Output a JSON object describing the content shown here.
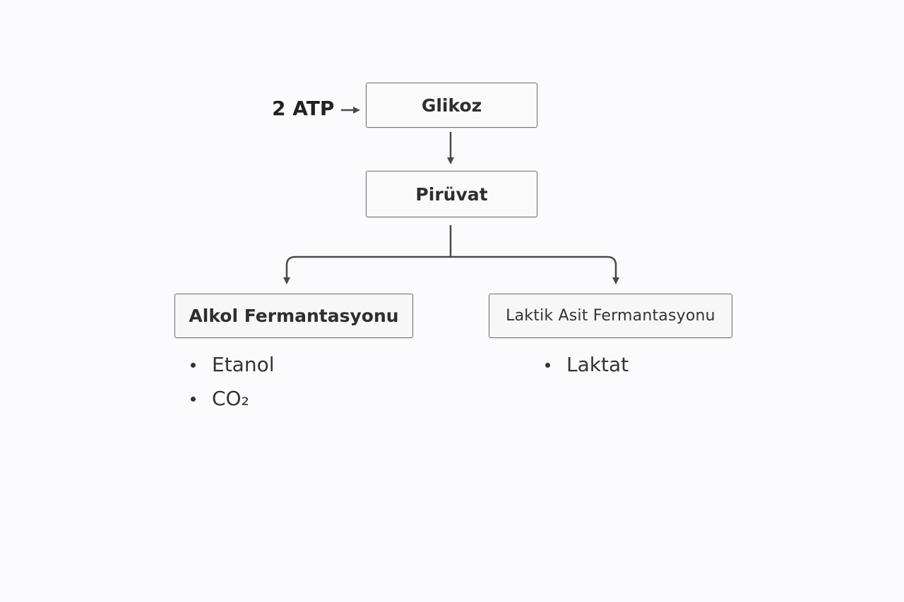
{
  "nodes": {
    "glikoz": "Glikoz",
    "piruvat": "Pirüvat",
    "alkol": "Alkol Fermantasyonu",
    "laktik": "Laktik Asit Fermantasyonu"
  },
  "atp_input": "2 ATP",
  "alkol_products": [
    "Etanol",
    "CO₂"
  ],
  "laktik_products": [
    "Laktat"
  ],
  "colors": {
    "line": "#4a4a4a",
    "box_border": "#6e6e6e",
    "box_fill": "#f7f7f8",
    "background": "#fbfbfd"
  }
}
